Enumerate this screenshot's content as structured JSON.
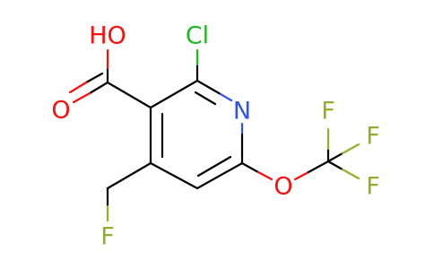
{
  "molecule": {
    "atoms": {
      "oh": {
        "label": "HO",
        "color": "#ff0d0d"
      },
      "o_carbonyl": {
        "label": "O",
        "color": "#ff0d0d"
      },
      "cl": {
        "label": "Cl",
        "color": "#1fba1f"
      },
      "n": {
        "label": "N",
        "color": "#3050f8"
      },
      "o_ether": {
        "label": "O",
        "color": "#ff0d0d"
      },
      "f1": {
        "label": "F",
        "color": "#90b02a"
      },
      "f2": {
        "label": "F",
        "color": "#90b02a"
      },
      "f3": {
        "label": "F",
        "color": "#90b02a"
      },
      "f_methyl": {
        "label": "F",
        "color": "#90b02a"
      }
    }
  }
}
